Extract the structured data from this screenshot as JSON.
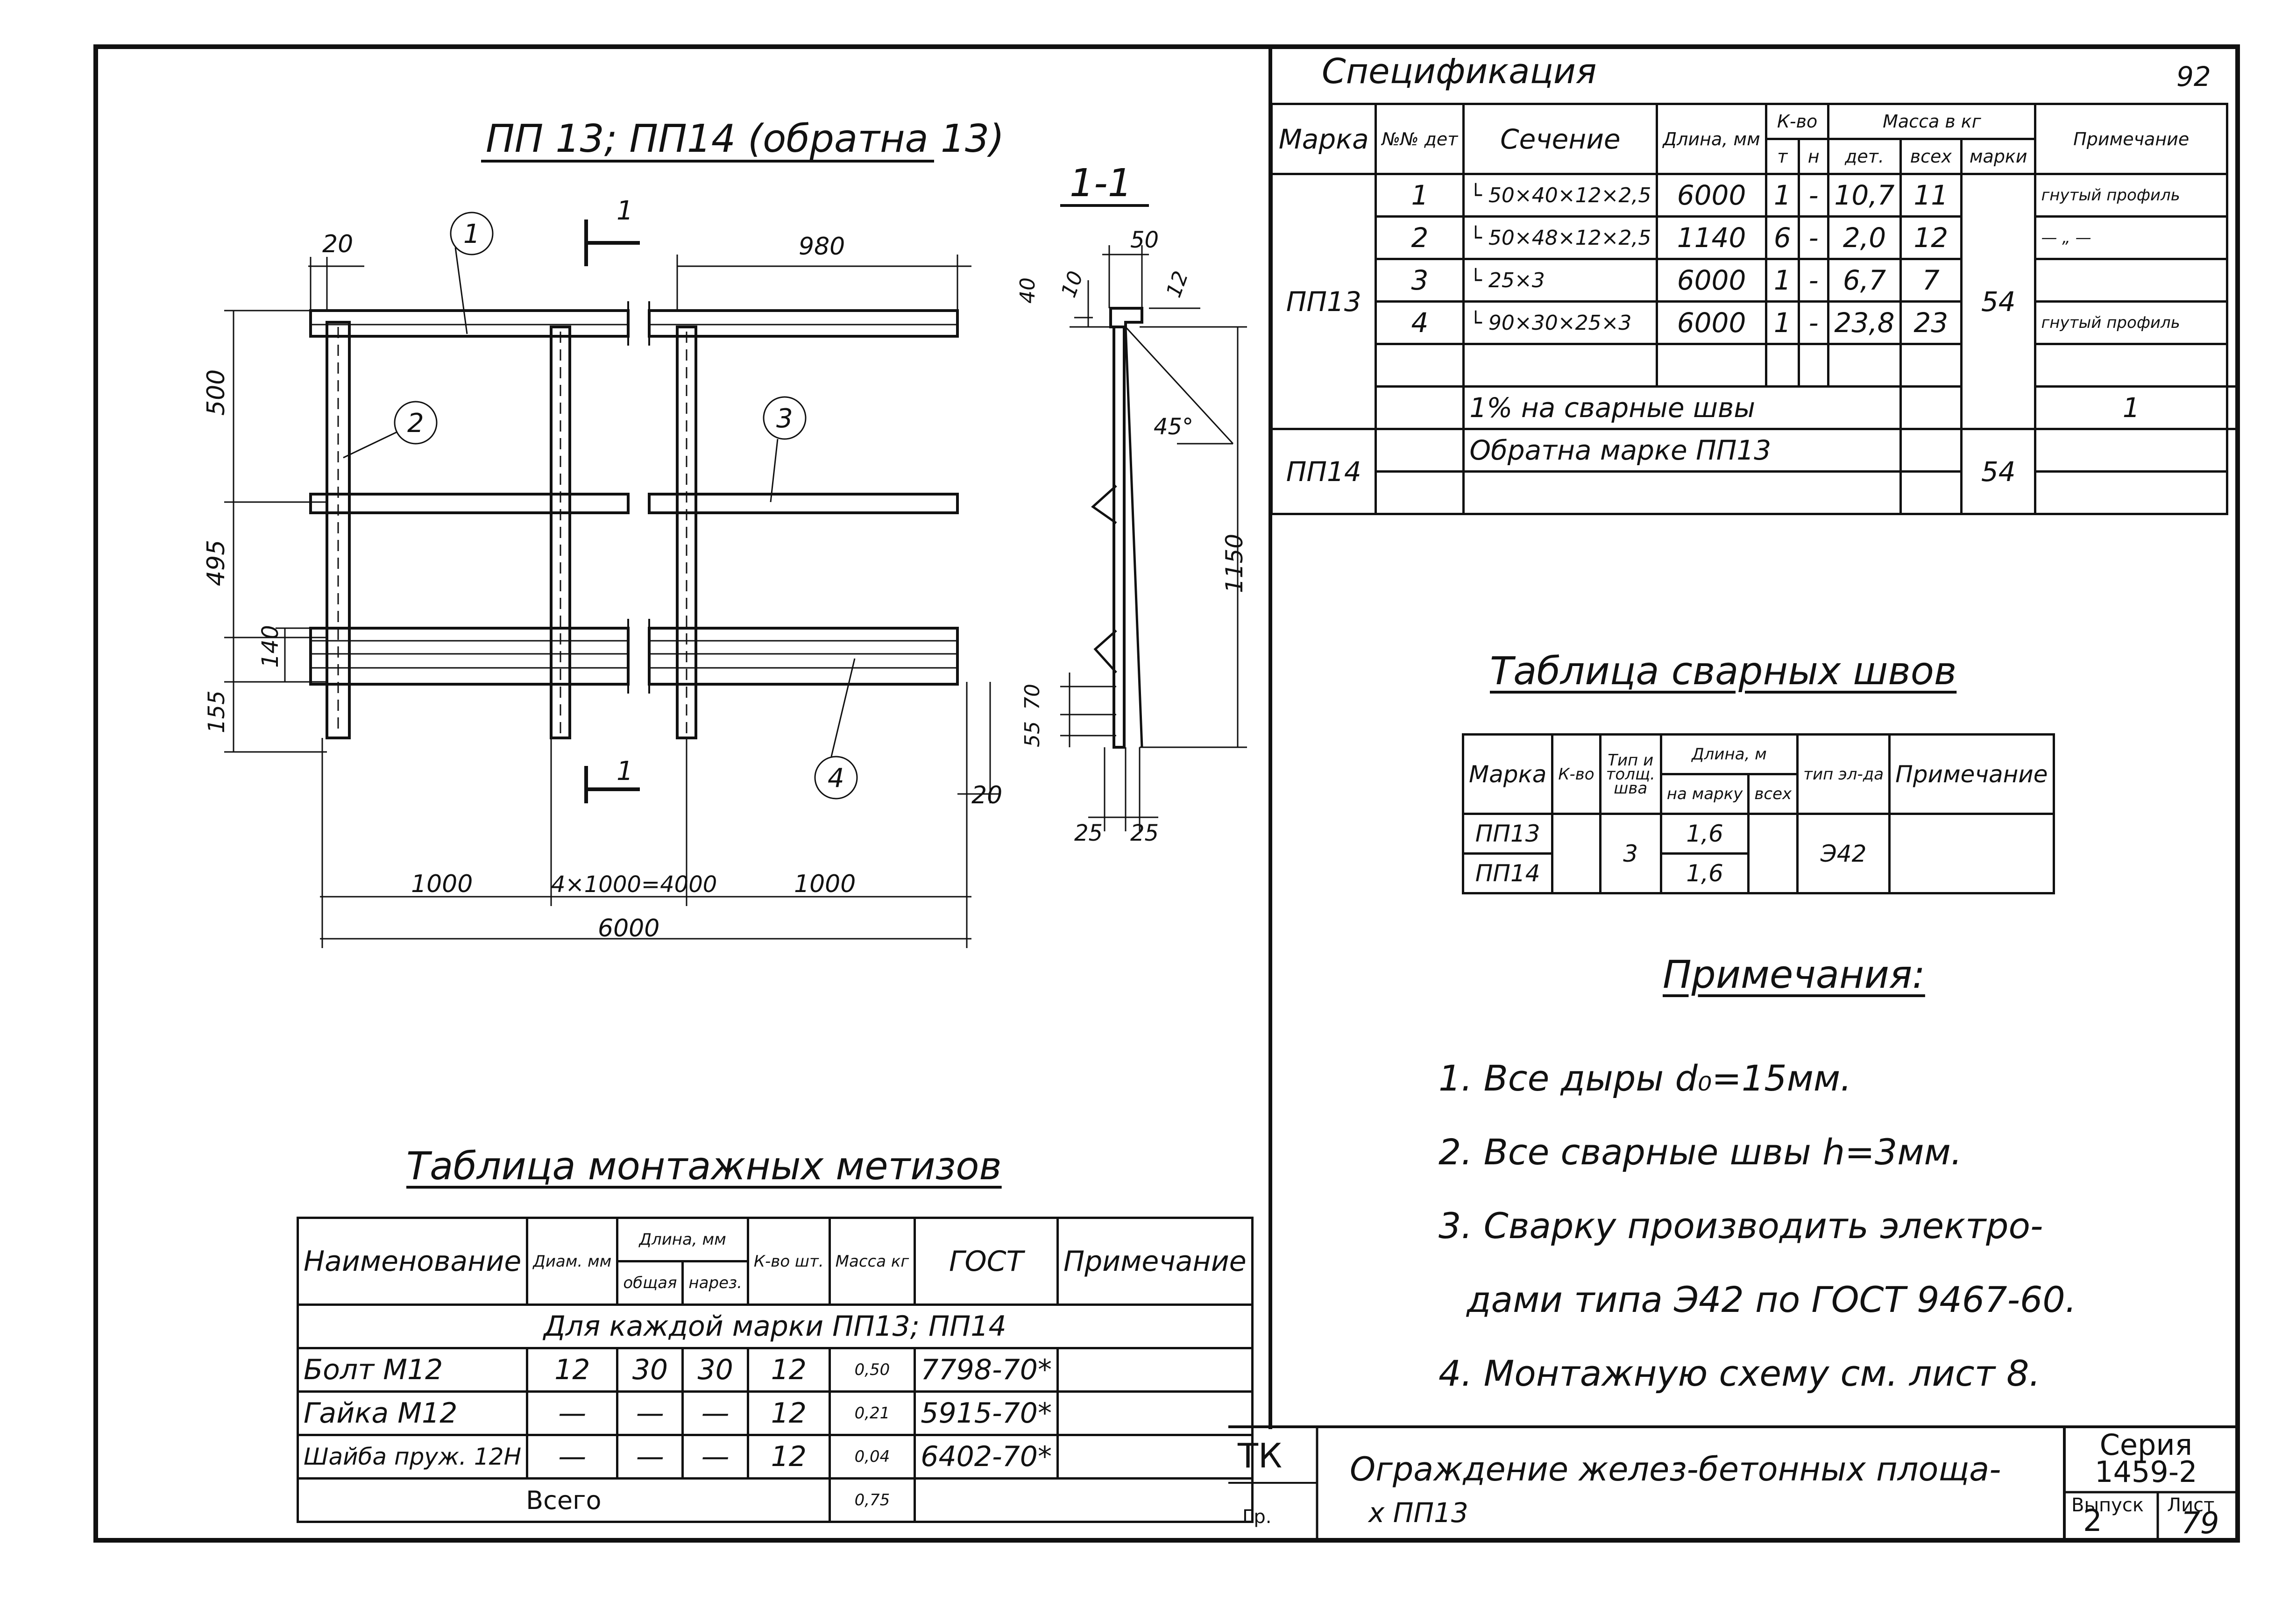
{
  "page_number": "92",
  "drawing": {
    "title": "ПП 13; ПП14 (обратна 13)",
    "section_title": "1-1",
    "section_mark": "1",
    "callouts": [
      "1",
      "2",
      "3",
      "4"
    ],
    "dims": {
      "top_left": "20",
      "top_right": "980",
      "left_500": "500",
      "left_495": "495",
      "left_140": "140",
      "left_155": "155",
      "right_20": "20",
      "bottom_1000_left": "1000",
      "bottom_middle": "4×1000=4000",
      "bottom_1000_right": "1000",
      "bottom_total": "6000"
    },
    "section_dims": {
      "d50": "50",
      "d40": "40",
      "d10": "10",
      "d12": "12",
      "angle": "45°",
      "d1150": "1150",
      "d70": "70",
      "d55": "55",
      "d25a": "25",
      "d25b": "25"
    }
  },
  "spec": {
    "title": "Спецификация",
    "headers": {
      "mark": "Марка",
      "det_no": "№№ дет",
      "section": "Сечение",
      "length": "Длина, мм",
      "qty": "К-во",
      "qty_t": "т",
      "qty_n": "н",
      "mass": "Масса в кг",
      "mass_det": "дет.",
      "mass_all": "всех",
      "mass_mark": "марки",
      "note": "Примечание"
    },
    "mark_pp13": "ПП13",
    "mark_pp14": "ПП14",
    "rows": [
      {
        "det": "1",
        "section": "└ 50×40×12×2,5",
        "length": "6000",
        "t": "1",
        "n": "-",
        "m_det": "10,7",
        "m_all": "11"
      },
      {
        "det": "2",
        "section": "└ 50×48×12×2,5",
        "length": "1140",
        "t": "6",
        "n": "-",
        "m_det": "2,0",
        "m_all": "12"
      },
      {
        "det": "3",
        "section": "└ 25×3",
        "length": "6000",
        "t": "1",
        "n": "-",
        "m_det": "6,7",
        "m_all": "7"
      },
      {
        "det": "4",
        "section": "└ 90×30×25×3",
        "length": "6000",
        "t": "1",
        "n": "-",
        "m_det": "23,8",
        "m_all": "23"
      }
    ],
    "weld_row": {
      "text": "1% на сварные швы",
      "value": "1"
    },
    "pp13_mass": "54",
    "pp14_text": "Обратна марке ПП13",
    "pp14_mass": "54",
    "notes": [
      "гнутый профиль",
      "— „ —",
      "",
      "гнутый профиль"
    ]
  },
  "weld": {
    "title": "Таблица сварных швов",
    "headers": {
      "mark": "Марка",
      "qty": "К-во",
      "type": "Тип и толщ. шва",
      "length": "Длина, м",
      "len_mark": "на марку",
      "len_all": "всех",
      "electrode": "тип эл-да",
      "note": "Примечание"
    },
    "rows": [
      {
        "mark": "ПП13",
        "len": "1,6"
      },
      {
        "mark": "ПП14",
        "len": "1,6"
      }
    ],
    "type": "3",
    "electrode": "Э42"
  },
  "bolts": {
    "title": "Таблица монтажных метизов",
    "headers": {
      "name": "Наименование",
      "dia": "Диам. мм",
      "length": "Длина, мм",
      "len_full": "общая",
      "len_thread": "нарез.",
      "qty": "К-во шт.",
      "mass": "Масса кг",
      "gost": "ГОСТ",
      "note": "Примечание"
    },
    "group": "Для каждой марки ПП13; ПП14",
    "rows": [
      {
        "name": "Болт М12",
        "dia": "12",
        "full": "30",
        "thread": "30",
        "qty": "12",
        "mass": "0,50",
        "gost": "7798-70*"
      },
      {
        "name": "Гайка М12",
        "dia": "—",
        "full": "—",
        "thread": "—",
        "qty": "12",
        "mass": "0,21",
        "gost": "5915-70*"
      },
      {
        "name": "Шайба пруж. 12Н",
        "dia": "—",
        "full": "—",
        "thread": "—",
        "qty": "12",
        "mass": "0,04",
        "gost": "6402-70*"
      }
    ],
    "total_label": "Всего",
    "total_mass": "0,75"
  },
  "notes": {
    "title": "Примечания:",
    "items": [
      "1. Все дыры d₀=15мм.",
      "2. Все сварные швы h=3мм.",
      "3. Сварку производить электро-",
      "дами типа Э42 по ГОСТ 9467-60.",
      "4. Монтажную схему см. лист 8."
    ]
  },
  "stamp": {
    "org": "ТК",
    "title_line1": "Ограждение желез-бетонных площа-",
    "title_line2": "х ПП13",
    "gr": "Гр.",
    "series_label": "Серия",
    "series": "1459-2",
    "vyp_label": "Выпуск",
    "vyp": "2",
    "list_label": "Лист",
    "list": "79"
  }
}
